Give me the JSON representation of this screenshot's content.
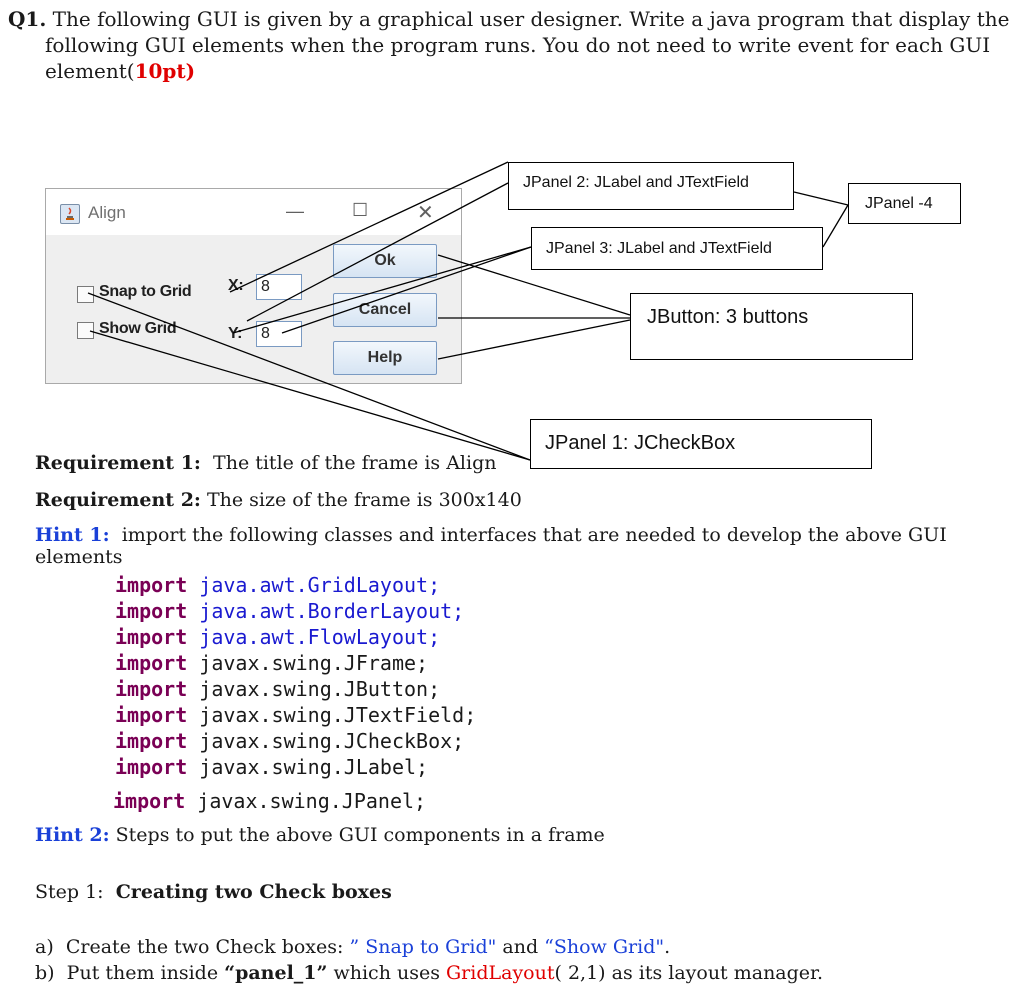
{
  "question": {
    "number": "Q1.",
    "text_line1": "The following GUI is given by a graphical user designer. Write a java program that display the",
    "text_line2": "following GUI elements when the program runs. You do not need to write event for each GUI",
    "text_line3": "element(",
    "points": "10pt",
    "close": ")"
  },
  "window": {
    "title": "Align",
    "minimize": "—",
    "maximize": "☐",
    "close": "✕",
    "checkboxes": [
      "Snap to Grid",
      "Show Grid"
    ],
    "x_label": "X:",
    "x_value": "8",
    "y_label": "Y:",
    "y_value": "8",
    "buttons": [
      "Ok",
      "Cancel",
      "Help"
    ]
  },
  "annotations": {
    "panel2": "JPanel 2: JLabel and JTextField",
    "panel4": "JPanel -4",
    "panel3": "JPanel 3: JLabel and JTextField",
    "buttons": "JButton: 3 buttons",
    "panel1": "JPanel 1:  JCheckBox"
  },
  "requirements": {
    "r1_label": "Requirement 1:",
    "r1_text": "The title of the frame is Align",
    "r2_label": "Requirement 2:",
    "r2_text": "The size of the frame is 300x140"
  },
  "hint1": {
    "label": "Hint 1:",
    "text": "import the following classes and interfaces that are needed to develop the above GUI elements"
  },
  "imports": [
    {
      "kw": "import",
      "path": "java.awt.GridLayout;"
    },
    {
      "kw": "import",
      "path": "java.awt.BorderLayout;"
    },
    {
      "kw": "import",
      "path": "java.awt.FlowLayout;"
    },
    {
      "kw": "import",
      "path": "javax.swing.JFrame;"
    },
    {
      "kw": "import",
      "path": "javax.swing.JButton;"
    },
    {
      "kw": "import",
      "path": "javax.swing.JTextField;"
    },
    {
      "kw": "import",
      "path": "javax.swing.JCheckBox;"
    },
    {
      "kw": "import",
      "path": "javax.swing.JLabel;"
    },
    {
      "kw": "import",
      "path": "javax.swing.JPanel;"
    }
  ],
  "hint2": {
    "label": "Hint 2:",
    "text": "Steps to  put the above GUI components in a frame"
  },
  "step1": {
    "label": "Step 1:",
    "title": "Creating two Check boxes"
  },
  "items": {
    "a_marker": "a)",
    "a_pre": "Create the two Check boxes: ",
    "a_q1": "” Snap to Grid\"",
    "a_mid": " and ",
    "a_q2": "“Show Grid\"",
    "a_end": ".",
    "b_marker": "b)",
    "b_pre": "Put them inside ",
    "b_panel": "“panel_1”",
    "b_mid": " which uses ",
    "b_layout": "GridLayout",
    "b_end": "( 2,1) as its layout manager."
  }
}
